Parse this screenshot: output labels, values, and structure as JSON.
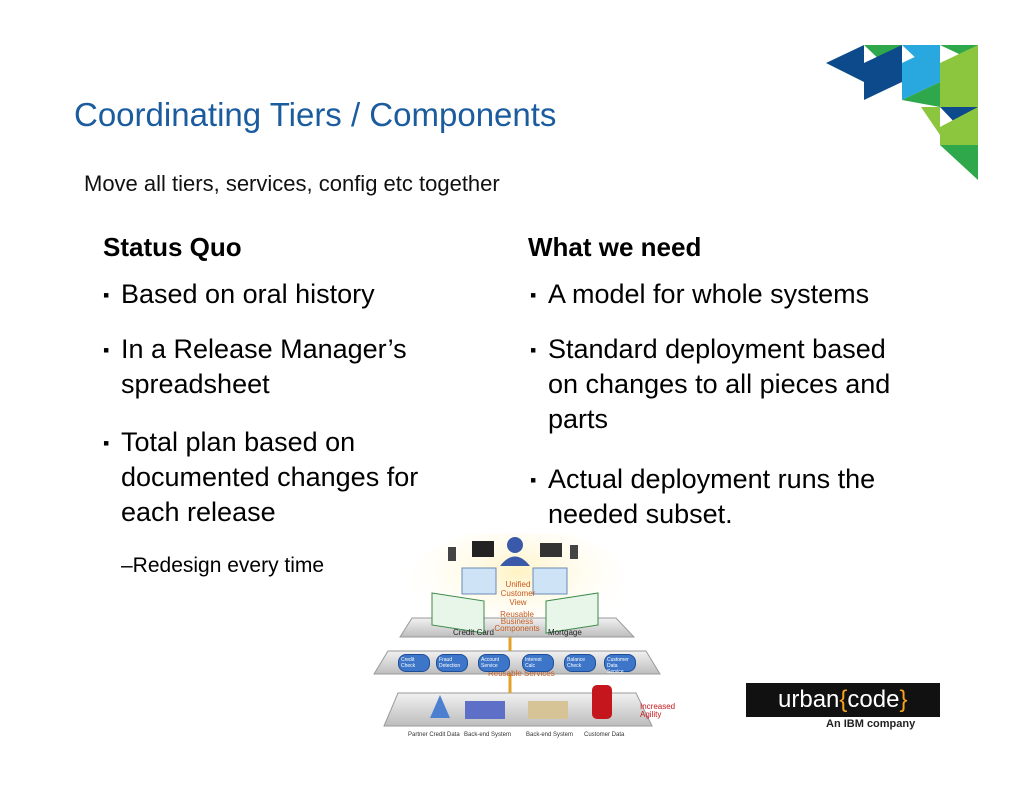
{
  "slide": {
    "title": "Coordinating Tiers / Components",
    "subtitle": "Move all tiers, services, config etc together"
  },
  "status_quo": {
    "heading": "Status Quo",
    "bullets": [
      "Based on oral history",
      "In a Release Manager’s spreadsheet",
      "Total plan based on documented changes for each release"
    ],
    "sub_bullet": "–Redesign every time"
  },
  "what_we_need": {
    "heading": "What we need",
    "bullets": [
      "A model for whole systems",
      "Standard deployment based on changes to all pieces and parts",
      "Actual deployment runs the needed subset."
    ]
  },
  "diagram": {
    "unified_view": "Unified Customer View",
    "reusable_business": "Reusable Business Components",
    "credit_card": "Credit Card",
    "mortgage": "Mortgage",
    "reusable_services": "Reusable Services",
    "increased_agility": "Increased Agility",
    "services": [
      "Credit Check",
      "Fraud Detection",
      "Account Service",
      "Interest Calc",
      "Balance Check",
      "Customer Data Service"
    ],
    "bottom_labels": [
      "Partner Credit Data",
      "Back-end System",
      "Back-end System",
      "Customer Data"
    ]
  },
  "logo": {
    "urban": "urban",
    "brace_open": "{",
    "code": "code",
    "brace_close": "}",
    "tagline": "An IBM company"
  },
  "colors": {
    "title_blue": "#1a5c9e",
    "corner_dark_blue": "#0c4a8c",
    "corner_green": "#2ea84a",
    "corner_light_green": "#8cc63f",
    "corner_cyan": "#29a8e0",
    "logo_orange": "#f6a21a"
  }
}
